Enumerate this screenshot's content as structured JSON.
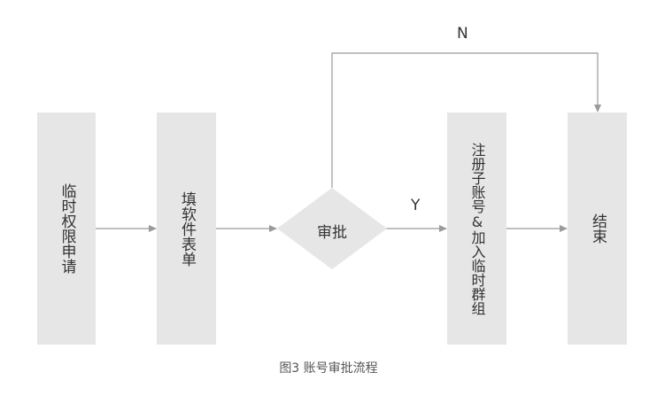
{
  "colors": {
    "box": "#e6e6e6",
    "line": "#9a9a9a",
    "text": "#333333"
  },
  "nodes": {
    "n1": "临时权限申请",
    "n2": "填软件表单",
    "n3": "审批",
    "n4": "注册子账号&加入临时群组",
    "n5": "结束"
  },
  "edges": {
    "yes_label": "Y",
    "no_label": "N"
  },
  "caption": "图3 账号审批流程"
}
